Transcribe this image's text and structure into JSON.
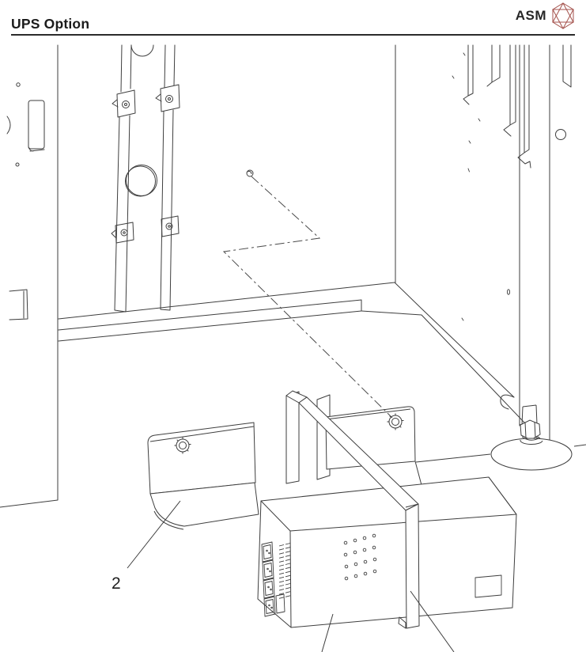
{
  "header": {
    "title": "UPS Option",
    "logo_text": "ASM"
  },
  "diagram": {
    "type": "isometric-exploded-line-drawing",
    "subject": "UPS mounting bracket and strap installation inside machine base",
    "callout_2": "2",
    "parts_shown": [
      "machine frame interior with hanging straps",
      "mounting bracket (item 2) with two thumbscrews",
      "hold-down strap over UPS",
      "UPS unit with power outlets, vent grille and vent holes",
      "leveling foot"
    ]
  },
  "colors": {
    "line_art": "#3e3e3e",
    "logo_accent": "#a4524c",
    "rule": "#2b2b2b",
    "background": "#ffffff"
  }
}
